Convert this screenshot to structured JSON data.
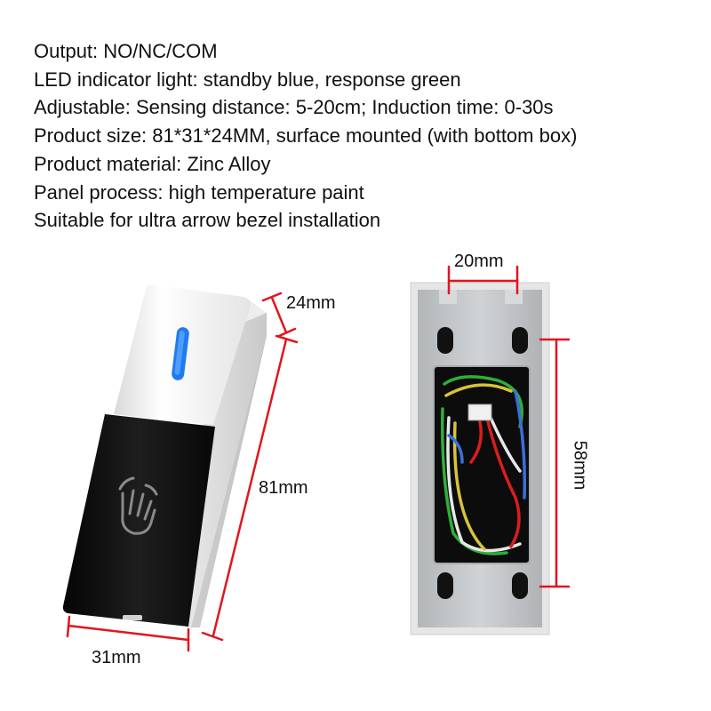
{
  "specs": [
    "Output: NO/NC/COM",
    "LED indicator light: standby blue, response green",
    "Adjustable: Sensing distance: 5-20cm; Induction time: 0-30s",
    "Product size: 81*31*24MM, surface mounted (with bottom box)",
    "Product material: Zinc Alloy",
    "Panel process: high temperature paint",
    "Suitable for ultra arrow bezel installation"
  ],
  "dimensions": {
    "depth": "24mm",
    "height": "81mm",
    "width": "31mm",
    "hole_spacing_horizontal": "20mm",
    "hole_spacing_vertical": "58mm"
  },
  "colors": {
    "dimension_line": "#e0161d",
    "led": "#1f7bf0",
    "panel_black": "#141414",
    "panel_white": "#f2f2f2",
    "back_plate": "#bfc2c5"
  },
  "icons": {
    "front_panel": "hand-wave-icon"
  }
}
